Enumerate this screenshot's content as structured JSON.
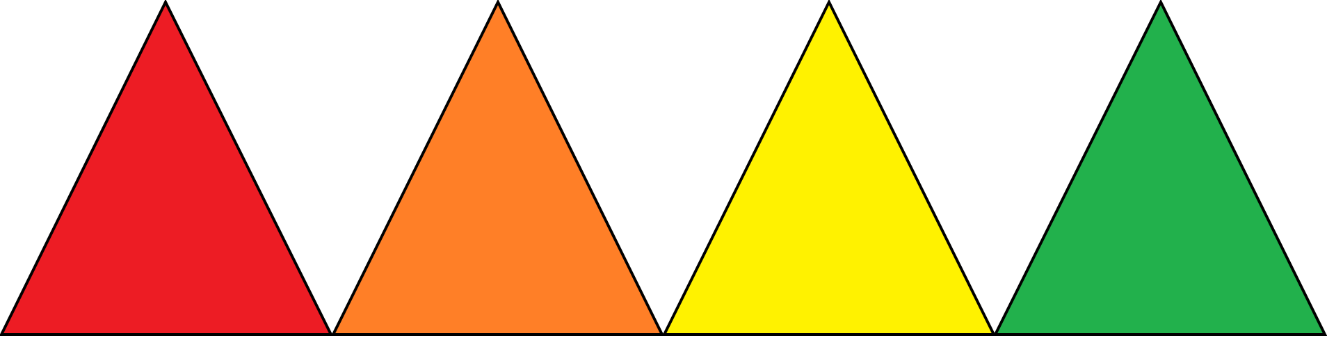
{
  "shapes": [
    {
      "name": "red-triangle",
      "fill": "#ED1C24"
    },
    {
      "name": "orange-triangle",
      "fill": "#FF7F27"
    },
    {
      "name": "yellow-triangle",
      "fill": "#FFF200"
    },
    {
      "name": "green-triangle",
      "fill": "#22B14C"
    }
  ],
  "stroke_color": "#000000",
  "background": "#FFFFFF"
}
